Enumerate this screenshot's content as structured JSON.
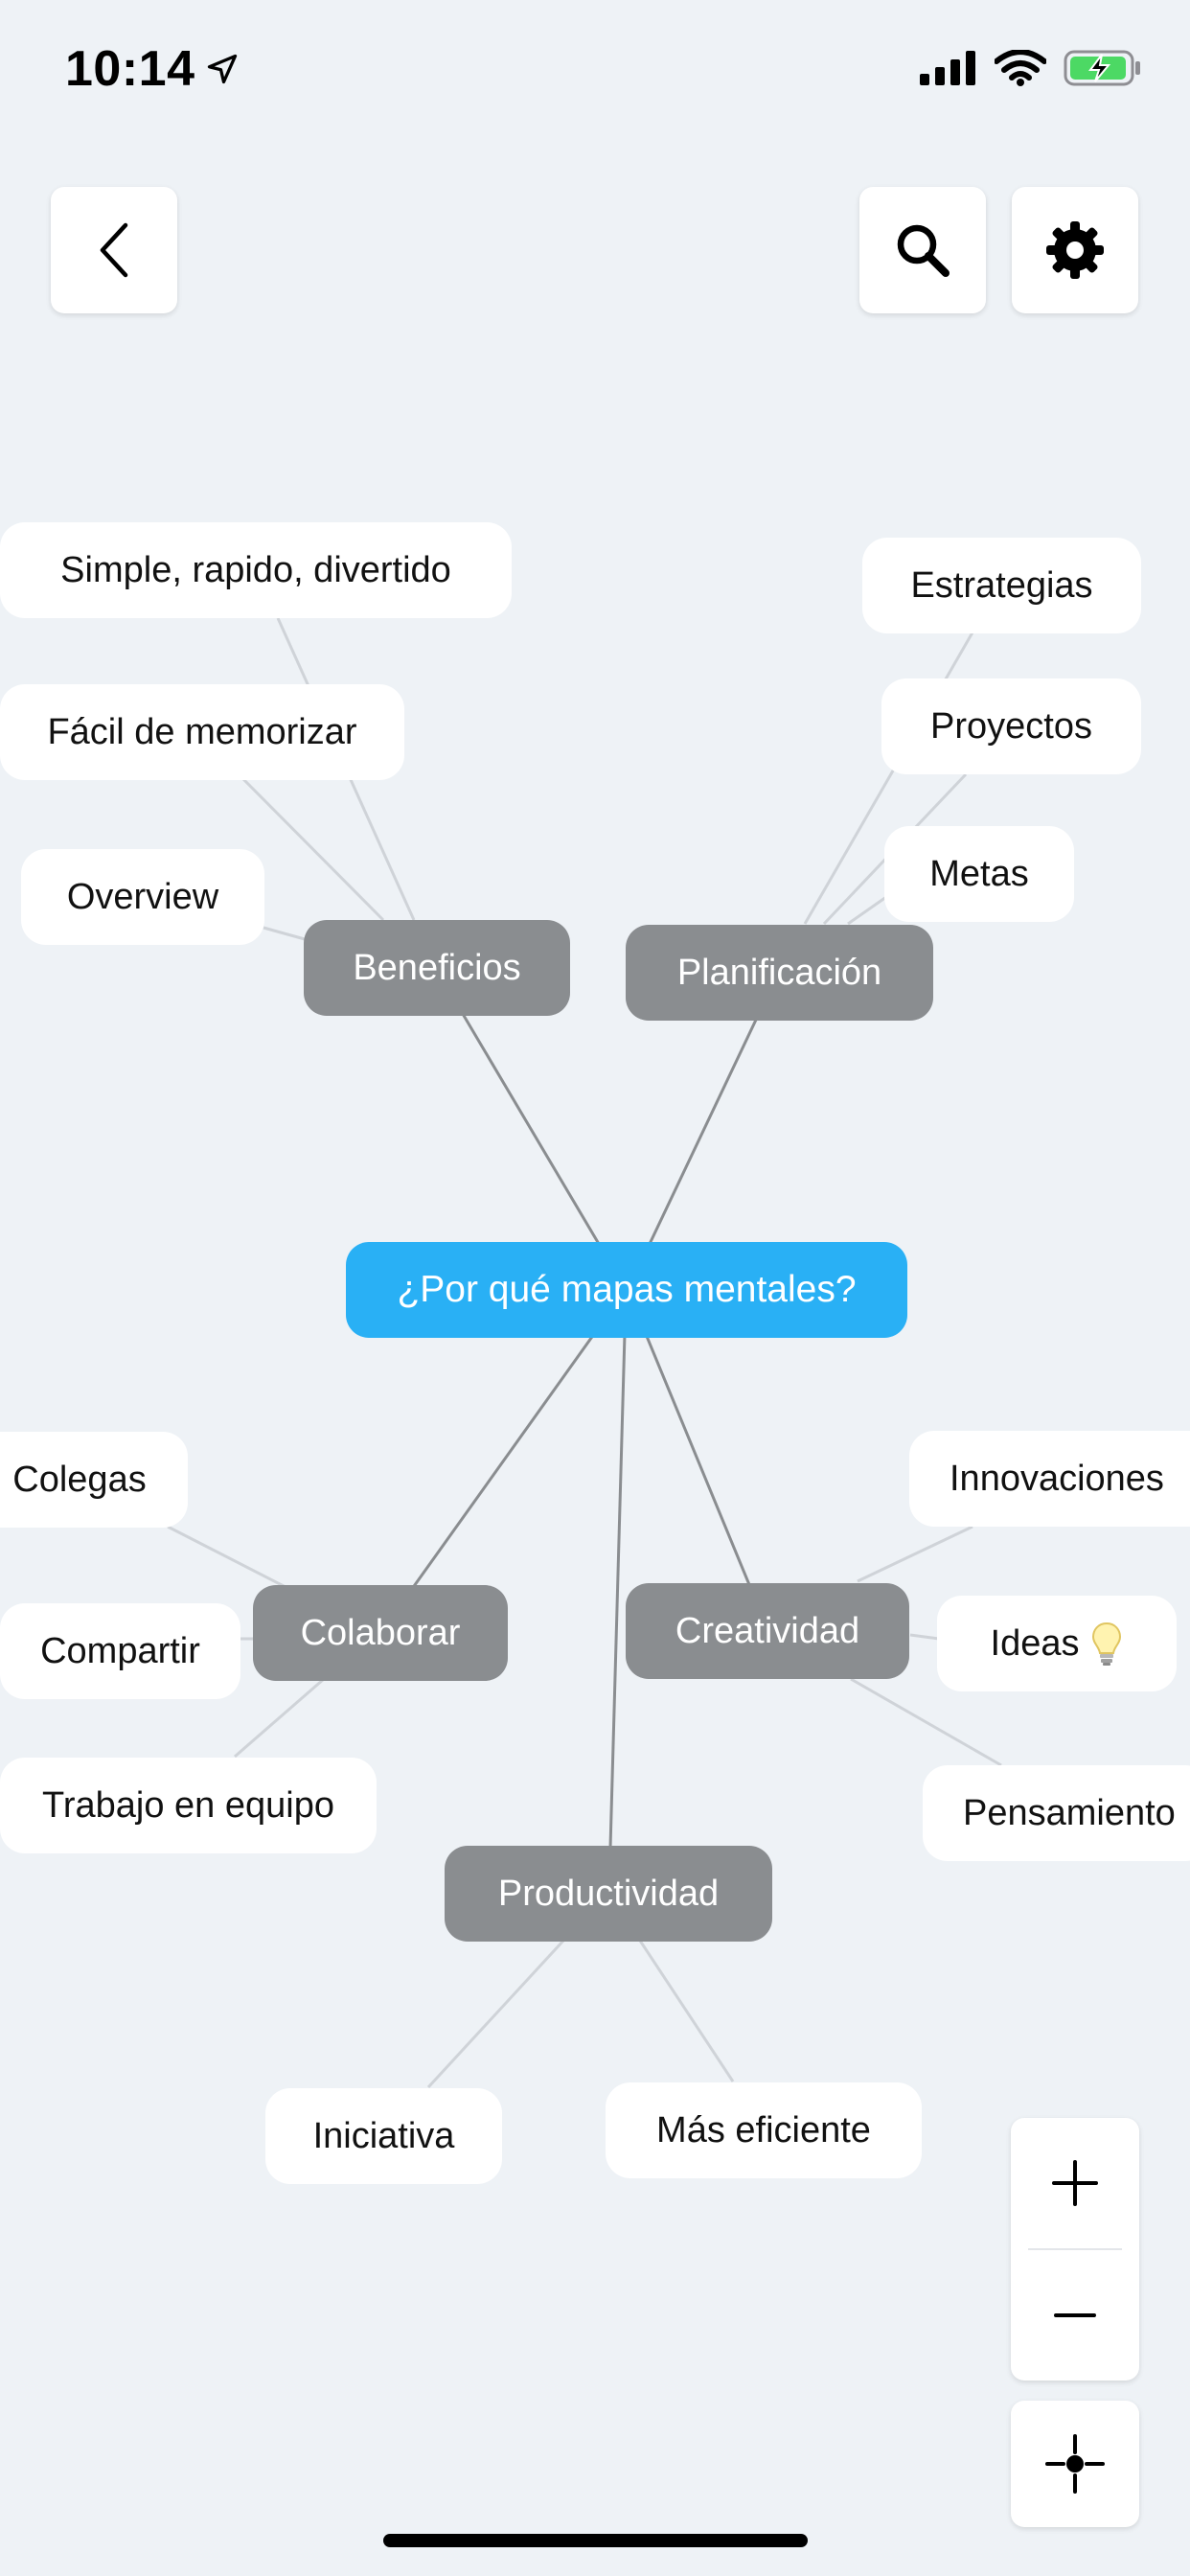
{
  "status_bar": {
    "time": "10:14",
    "icons": [
      "location-arrow-icon",
      "cellular-signal-icon",
      "wifi-icon",
      "battery-charging-icon"
    ],
    "battery_color": "#4cd964"
  },
  "toolbar": {
    "back_icon": "chevron-left-icon",
    "search_icon": "search-icon",
    "settings_icon": "gear-icon"
  },
  "mindmap": {
    "root": {
      "label": "¿Por qué mapas mentales?",
      "color": "#29b0f5"
    },
    "branch_color": "#8a8d90",
    "branches": [
      {
        "label": "Beneficios",
        "children": [
          "Simple, rapido, divertido",
          "Fácil de memorizar",
          "Overview"
        ]
      },
      {
        "label": "Planificación",
        "children": [
          "Estrategias",
          "Proyectos",
          "Metas"
        ]
      },
      {
        "label": "Colaborar",
        "children": [
          "Colegas",
          "Compartir",
          "Trabajo en equipo"
        ]
      },
      {
        "label": "Creatividad",
        "children": [
          "Innovaciones",
          "Ideas",
          "Pensamiento"
        ]
      },
      {
        "label": "Productividad",
        "children": [
          "Iniciativa",
          "Más eficiente"
        ]
      }
    ],
    "ideas_emoji": "lightbulb-icon"
  },
  "controls": {
    "zoom_in_icon": "plus-icon",
    "zoom_out_icon": "minus-icon",
    "recenter_icon": "crosshair-icon"
  }
}
